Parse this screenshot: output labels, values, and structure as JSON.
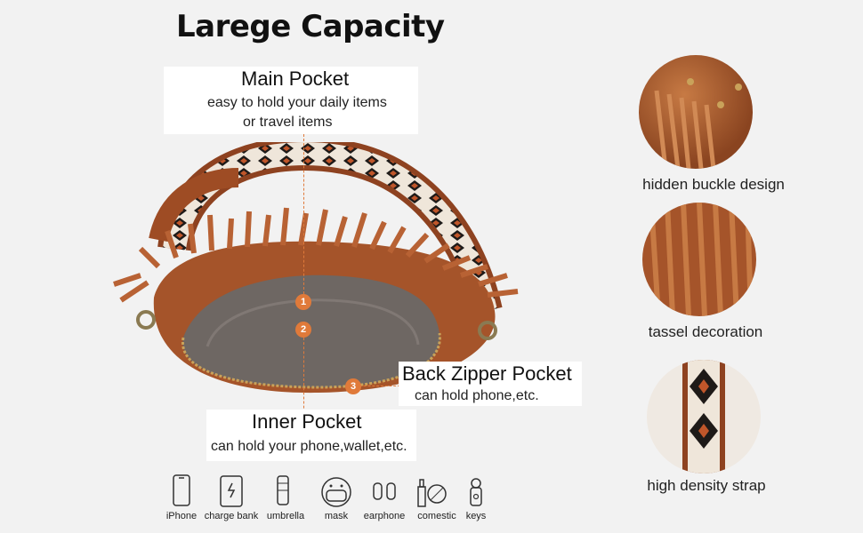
{
  "title": "Larege Capacity",
  "main_pocket": {
    "heading": "Main Pocket",
    "line1": "easy to hold your daily items",
    "line2": "or travel items"
  },
  "back_pocket": {
    "heading": "Back Zipper Pocket",
    "line1": "can hold phone,etc."
  },
  "inner_pocket": {
    "heading": "Inner Pocket",
    "line1": "can hold your phone,wallet,etc."
  },
  "markers": [
    "1",
    "2",
    "3"
  ],
  "features": [
    {
      "label": "hidden buckle design",
      "icon": "buckle-detail-image"
    },
    {
      "label": "tassel decoration",
      "icon": "tassel-detail-image"
    },
    {
      "label": "high density strap",
      "icon": "strap-detail-image"
    }
  ],
  "items": [
    {
      "label": "iPhone",
      "icon": "phone-icon"
    },
    {
      "label": "charge bank",
      "icon": "power-bank-icon"
    },
    {
      "label": "umbrella",
      "icon": "umbrella-icon"
    },
    {
      "label": "mask",
      "icon": "mask-icon"
    },
    {
      "label": "earphone",
      "icon": "earphone-icon"
    },
    {
      "label": "comestic",
      "icon": "cosmetic-icon"
    },
    {
      "label": "keys",
      "icon": "keys-icon"
    }
  ],
  "colors": {
    "accent": "#e07a3a",
    "leather": "#a5542a",
    "lining": "#6e6763"
  }
}
